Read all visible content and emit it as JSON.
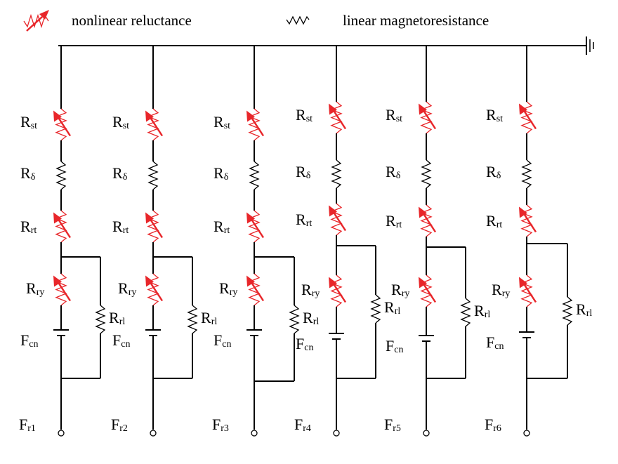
{
  "legend": {
    "nonlinear_label": "nonlinear reluctance",
    "linear_label": "linear magnetoresistance",
    "nonlinear_icon": "nonlinear-reluctance-icon",
    "linear_icon": "linear-resistor-icon"
  },
  "colors": {
    "nonlinear": "#e8262a",
    "wire": "#000000"
  },
  "ground_icon": "ground-icon",
  "branches": [
    {
      "stator": "st",
      "airgap": "δ",
      "tooth": "rt",
      "yoke": "ry",
      "leak": "rl",
      "source": "cn",
      "flux": "r1"
    },
    {
      "stator": "st",
      "airgap": "δ",
      "tooth": "rt",
      "yoke": "ry",
      "leak": "rl",
      "source": "cn",
      "flux": "r2"
    },
    {
      "stator": "st",
      "airgap": "δ",
      "tooth": "rt",
      "yoke": "ry",
      "leak": "rl",
      "source": "cn",
      "flux": "r3"
    },
    {
      "stator": "st",
      "airgap": "δ",
      "tooth": "rt",
      "yoke": "ry",
      "leak": "rl",
      "source": "cn",
      "flux": "r4"
    },
    {
      "stator": "st",
      "airgap": "δ",
      "tooth": "rt",
      "yoke": "ry",
      "leak": "rl",
      "source": "cn",
      "flux": "r5"
    },
    {
      "stator": "st",
      "airgap": "δ",
      "tooth": "rt",
      "yoke": "ry",
      "leak": "rl",
      "source": "cn",
      "flux": "r6"
    }
  ],
  "symbols": {
    "reluctance": "R",
    "mmf": "F"
  }
}
